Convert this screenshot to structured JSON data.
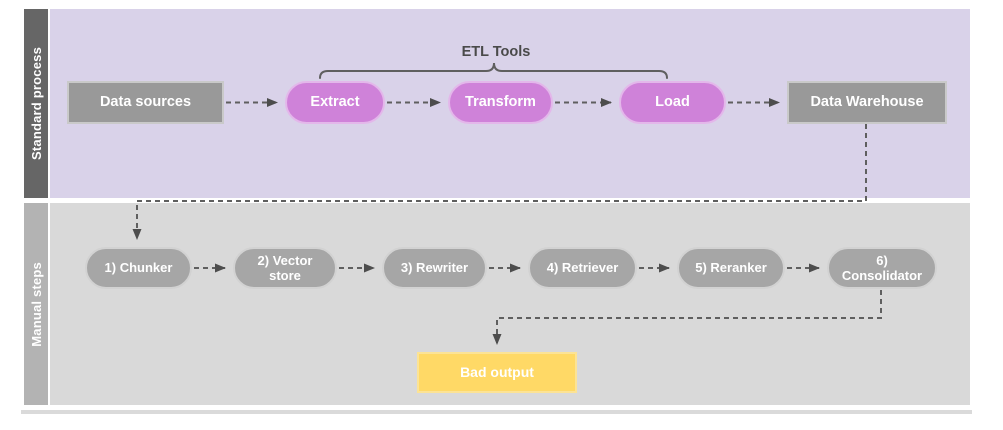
{
  "colors": {
    "lane_standard_bg": "#d9d2e9",
    "lane_manual_bg": "#d9d9d9",
    "sidebar_standard": "#666666",
    "sidebar_manual": "#b3b3b3",
    "gray_box": "#999999",
    "pink_pill": "#cf82d9",
    "gray_pill": "#a6a6a6",
    "yellow_box": "#ffd966",
    "connector": "#5f5f5f"
  },
  "lanes": [
    {
      "id": "standard-process",
      "label": "Standard process"
    },
    {
      "id": "manual-steps",
      "label": "Manual steps"
    }
  ],
  "etl_group_label": "ETL Tools",
  "standard_process": {
    "nodes": [
      {
        "label": "Data sources"
      },
      {
        "label": "Extract"
      },
      {
        "label": "Transform"
      },
      {
        "label": "Load"
      },
      {
        "label": "Data Warehouse"
      }
    ]
  },
  "manual_steps": {
    "nodes": [
      {
        "label": "1) Chunker"
      },
      {
        "label": "2) Vector store"
      },
      {
        "label": "3) Rewriter"
      },
      {
        "label": "4) Retriever"
      },
      {
        "label": "5) Reranker"
      },
      {
        "label": "6) Consolidator"
      }
    ],
    "output": {
      "label": "Bad output"
    }
  }
}
